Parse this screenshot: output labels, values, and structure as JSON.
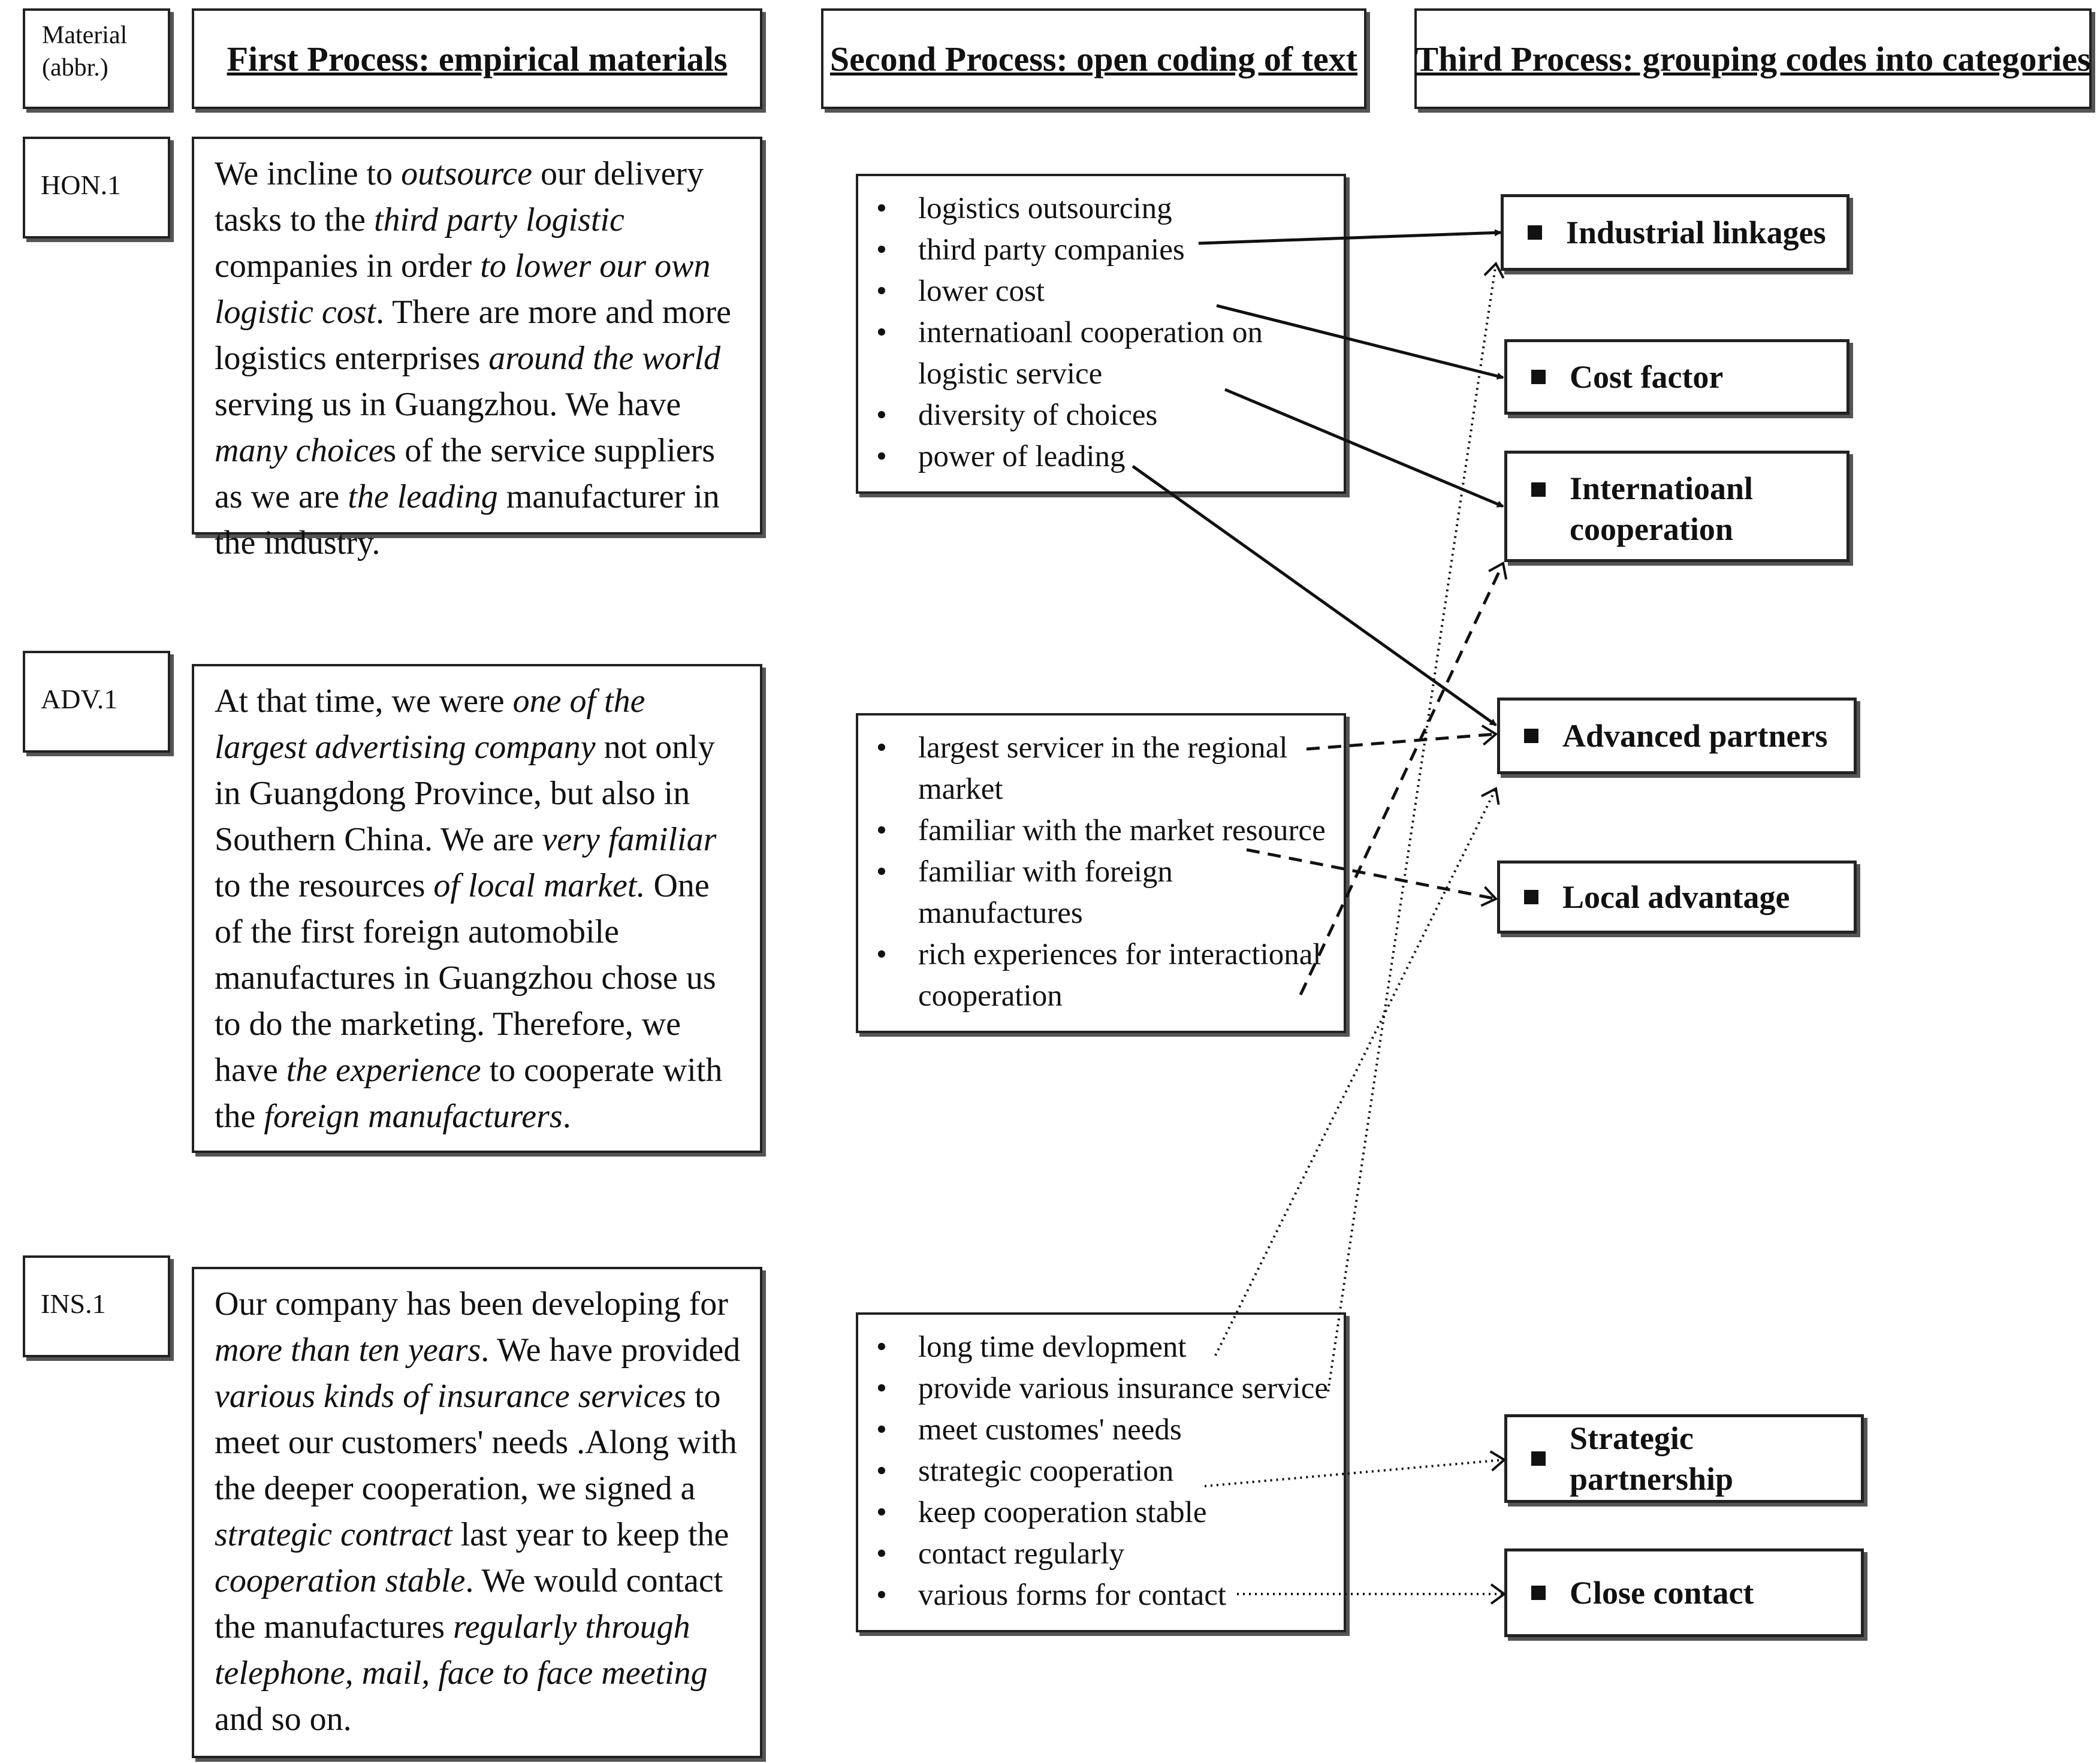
{
  "headers": {
    "material": "Material\n(abbr.)",
    "first": "First Process: empirical materials",
    "second": "Second Process: open coding of text",
    "third": "Third Process: grouping codes into categories"
  },
  "materials": [
    {
      "abbr": "HON.1",
      "text": [
        {
          "t": "We incline to "
        },
        {
          "t": "outsource",
          "i": true
        },
        {
          "t": " our delivery tasks to the "
        },
        {
          "t": "third party logistic",
          "i": true
        },
        {
          "t": " companies in order "
        },
        {
          "t": "to lower our own logistic cost",
          "i": true
        },
        {
          "t": ". There are more and more logistics enterprises "
        },
        {
          "t": "around the world",
          "i": true
        },
        {
          "t": " serving us in Guangzhou. We have "
        },
        {
          "t": "many choice",
          "i": true
        },
        {
          "t": "s of the service suppliers as we are "
        },
        {
          "t": "the leading",
          "i": true
        },
        {
          "t": " manufacturer in the industry."
        }
      ],
      "codes": [
        "logistics outsourcing",
        "third party companies",
        "lower cost",
        "internatioanl cooperation on logistic service",
        "diversity of choices",
        "power of leading"
      ]
    },
    {
      "abbr": "ADV.1",
      "text": [
        {
          "t": "At that time, we were "
        },
        {
          "t": "one of the largest advertising company",
          "i": true
        },
        {
          "t": " not only in Guangdong Province, but also in Southern China. We are "
        },
        {
          "t": "very familiar",
          "i": true
        },
        {
          "t": " to the resources "
        },
        {
          "t": "of local market.",
          "i": true
        },
        {
          "t": "  One of the first foreign automobile manufactures in Guangzhou chose us to do the marketing. Therefore, we have "
        },
        {
          "t": "the experience",
          "i": true
        },
        {
          "t": " to cooperate with the "
        },
        {
          "t": "foreign manufacturers",
          "i": true
        },
        {
          "t": "."
        }
      ],
      "codes": [
        "largest servicer in the regional market",
        "familiar with the market resource",
        "familiar with foreign manufactures",
        "rich experiences for interactional cooperation"
      ]
    },
    {
      "abbr": "INS.1",
      "text": [
        {
          "t": "Our company has been developing for "
        },
        {
          "t": "more than ten years",
          "i": true
        },
        {
          "t": ". We have provided "
        },
        {
          "t": "various kinds of  insurance services",
          "i": true
        },
        {
          "t": " to meet our customers' needs .Along with the deeper cooperation, we signed a "
        },
        {
          "t": "strategic contract",
          "i": true
        },
        {
          "t": " last year to keep the "
        },
        {
          "t": "cooperation stable",
          "i": true
        },
        {
          "t": ". We would contact the manufactures  "
        },
        {
          "t": "regularly through telephone, mail, face to face meeting",
          "i": true
        },
        {
          "t": " and so on."
        }
      ],
      "codes": [
        "long time devlopment",
        "provide various insurance service",
        "meet customes' needs",
        "strategic cooperation",
        "keep cooperation stable",
        "contact regularly",
        "various forms for contact"
      ]
    }
  ],
  "categories": [
    "Industrial linkages",
    "Cost factor",
    "Internatioanl cooperation",
    "Advanced partners",
    "Local advantage",
    "Strategic partnership",
    "Close contact"
  ],
  "links": [
    {
      "from": "third party companies",
      "to": "Industrial linkages",
      "style": "solid"
    },
    {
      "from": "lower cost",
      "to": "Cost factor",
      "style": "solid"
    },
    {
      "from": "internatioanl cooperation on logistic service",
      "to": "Internatioanl cooperation",
      "style": "solid"
    },
    {
      "from": "power of leading",
      "to": "Advanced partners",
      "style": "solid"
    },
    {
      "from": "largest servicer in the regional market",
      "to": "Advanced partners",
      "style": "dashed"
    },
    {
      "from": "familiar with the market resource",
      "to": "Local advantage",
      "style": "dashed"
    },
    {
      "from": "rich experiences for interactional cooperation",
      "to": "Internatioanl cooperation",
      "style": "dashed"
    },
    {
      "from": "long time devlopment",
      "to": "Advanced partners",
      "style": "dotted"
    },
    {
      "from": "provide various insurance service",
      "to": "Industrial linkages",
      "style": "dotted"
    },
    {
      "from": "strategic cooperation",
      "to": "Strategic partnership",
      "style": "dotted"
    },
    {
      "from": "various forms for contact",
      "to": "Close contact",
      "style": "dotted"
    }
  ]
}
